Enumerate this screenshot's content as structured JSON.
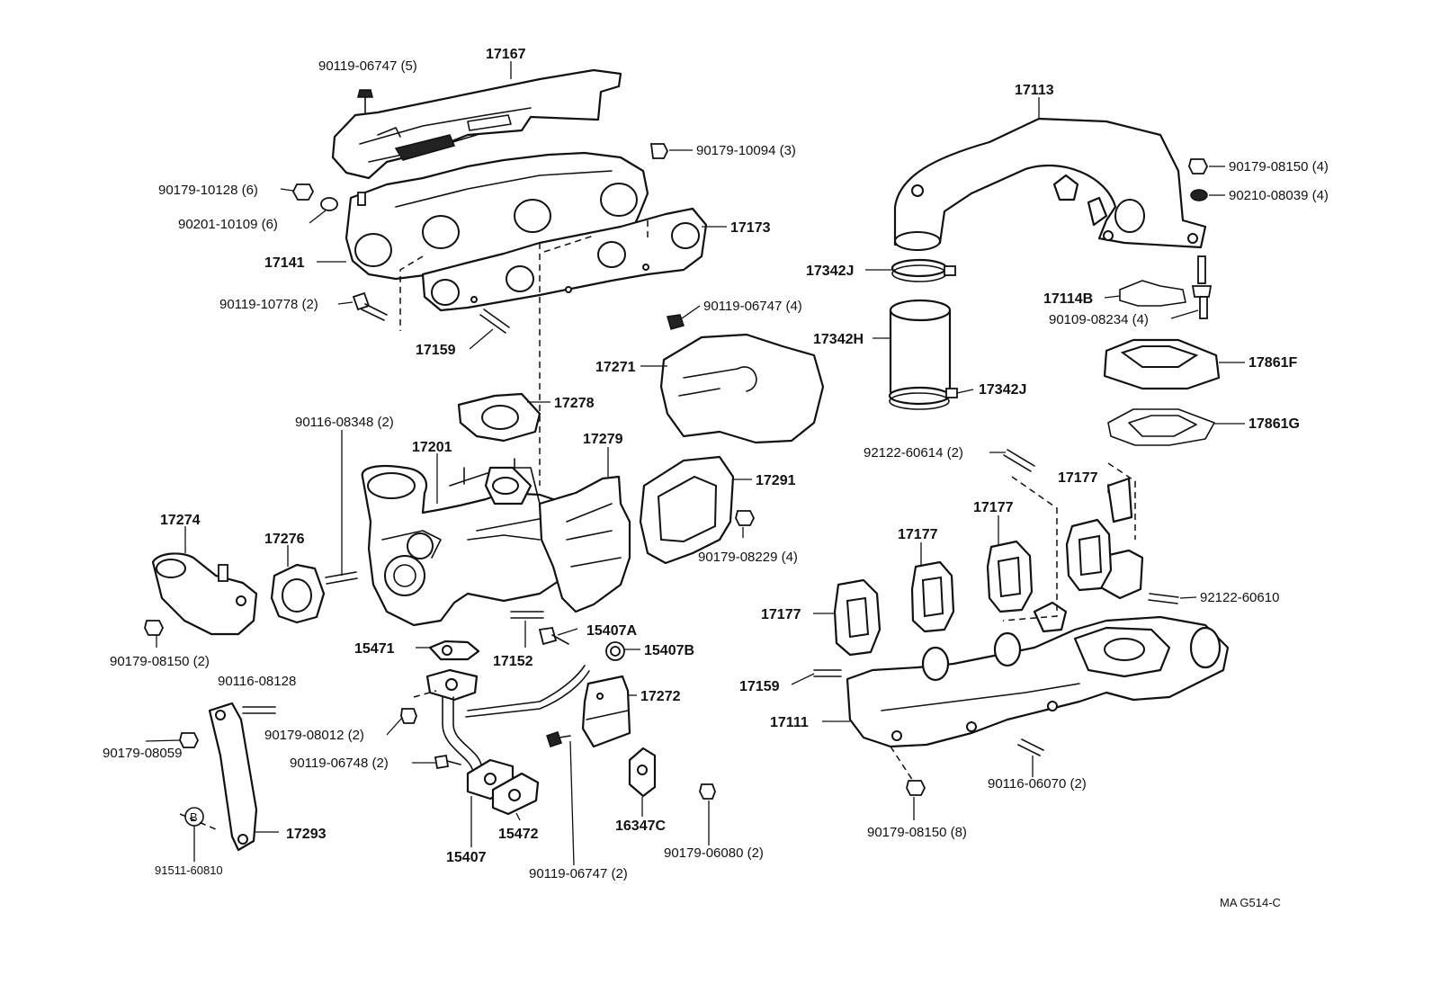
{
  "diagram": {
    "labels": {
      "p17167": "17167",
      "p90119_06747_5": "90119-06747 (5)",
      "p90179_10094_3": "90179-10094 (3)",
      "p90179_10128_6": "90179-10128 (6)",
      "p90201_10109_6": "90201-10109 (6)",
      "p17173": "17173",
      "p17141": "17141",
      "p90119_10778_2": "90119-10778 (2)",
      "p17159_top": "17159",
      "p90119_06747_4": "90119-06747 (4)",
      "p17271": "17271",
      "p17278": "17278",
      "p90116_08348_2": "90116-08348 (2)",
      "p17201": "17201",
      "p17279": "17279",
      "p17291": "17291",
      "p17274": "17274",
      "p17276": "17276",
      "p90179_08229_4": "90179-08229 (4)",
      "p15407A": "15407A",
      "p15471": "15471",
      "p17152": "17152",
      "p15407B": "15407B",
      "p90179_08150_2": "90179-08150 (2)",
      "p90116_08128": "90116-08128",
      "p17272": "17272",
      "p90179_08012_2": "90179-08012 (2)",
      "p90179_08059": "90179-08059",
      "p90119_06748_2": "90119-06748 (2)",
      "p16347C": "16347C",
      "p17293": "17293",
      "p15472": "15472",
      "p15407": "15407",
      "p90179_06080_2": "90179-06080 (2)",
      "p91511_60810": "91511-60810",
      "p90119_06747_2": "90119-06747 (2)",
      "p17113": "17113",
      "p90179_08150_4": "90179-08150 (4)",
      "p90210_08039_4": "90210-08039 (4)",
      "p17342J_top": "17342J",
      "p17114B": "17114B",
      "p90109_08234_4": "90109-08234 (4)",
      "p17342H": "17342H",
      "p17861F": "17861F",
      "p17342J_bottom": "17342J",
      "p17861G": "17861G",
      "p92122_60614_2": "92122-60614 (2)",
      "p17177_a": "17177",
      "p17177_b": "17177",
      "p17177_c": "17177",
      "p17177_d": "17177",
      "p92122_60610": "92122-60610",
      "p17159_bottom": "17159",
      "p17111": "17111",
      "p90116_06070_2": "90116-06070 (2)",
      "p90179_08150_8": "90179-08150 (8)",
      "callout_b": "B",
      "drawing_code": "MA  G514-C"
    }
  }
}
